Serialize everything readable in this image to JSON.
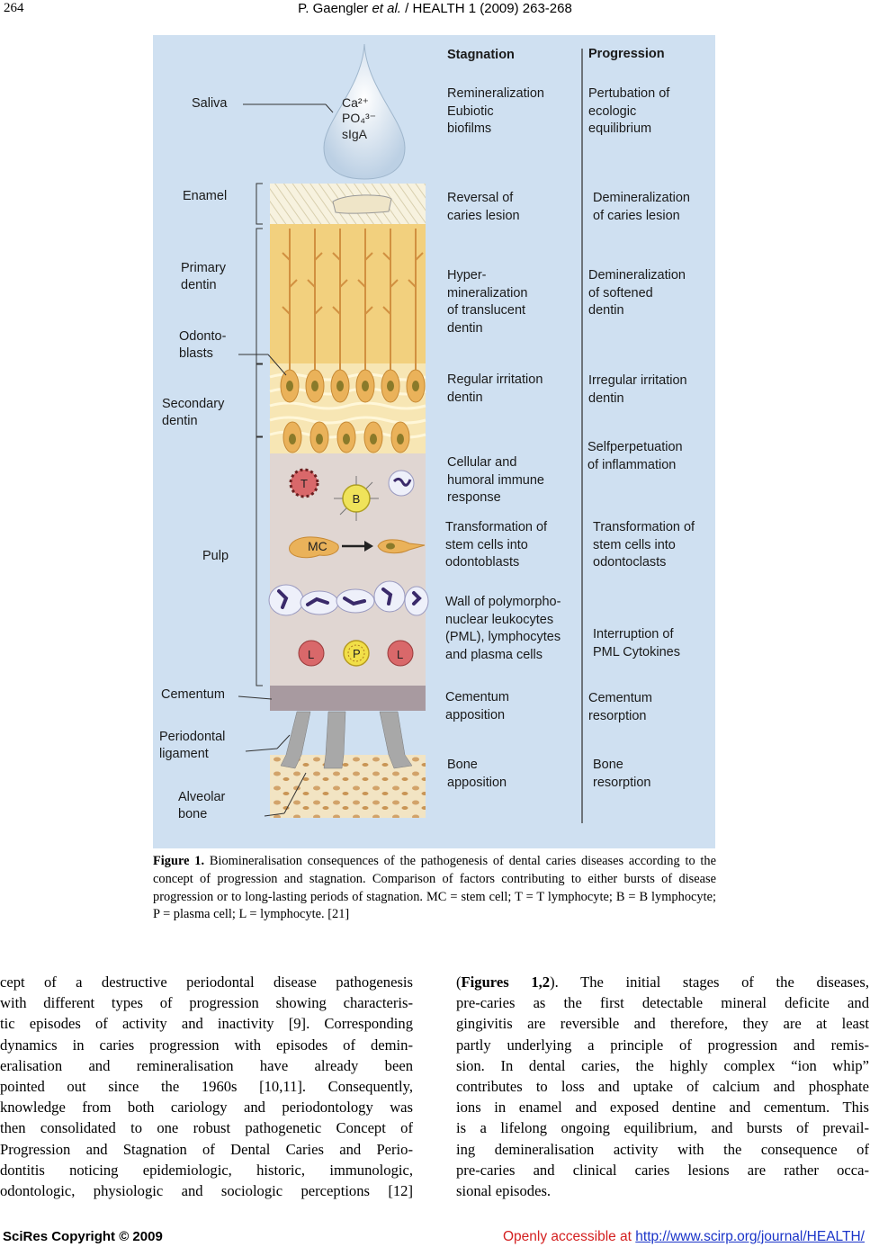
{
  "header": {
    "page_number": "264",
    "title_prefix": "P. Gaengler ",
    "title_italic": "et al.",
    "title_suffix": " / HEALTH 1 (2009) 263-268"
  },
  "figure": {
    "saliva_contents": [
      "Ca²⁺",
      "PO₄³⁻",
      "sIgA"
    ],
    "left_labels": {
      "saliva": "Saliva",
      "enamel": "Enamel",
      "primary_dentin": [
        "Primary",
        "dentin"
      ],
      "odontoblasts": [
        "Odonto-",
        "blasts"
      ],
      "secondary_dentin": [
        "Secondary",
        "dentin"
      ],
      "pulp": "Pulp",
      "cementum": "Cementum",
      "periodontal_ligament": [
        "Periodontal",
        "ligament"
      ],
      "alveolar_bone": [
        "Alveolar",
        "bone"
      ]
    },
    "cell_labels": {
      "t": "T",
      "b": "B",
      "mc": "MC",
      "l1": "L",
      "p": "P",
      "l2": "L"
    },
    "stagnation_header": "Stagnation",
    "progression_header": "Progression",
    "stagnation": [
      [
        "Remineralization",
        "Eubiotic",
        "biofilms"
      ],
      [
        "Reversal of",
        "caries lesion"
      ],
      [
        "Hyper-",
        "mineralization",
        "of translucent",
        "dentin"
      ],
      [
        "Regular irritation",
        "dentin"
      ],
      [
        "Cellular and",
        "humoral immune",
        "response"
      ],
      [
        "Transformation of",
        "stem cells into",
        "odontoblasts"
      ],
      [
        "Wall of polymorpho-",
        "nuclear leukocytes",
        "(PML), lymphocytes",
        "and plasma cells"
      ],
      [
        "Cementum",
        "apposition"
      ],
      [
        "Bone",
        "apposition"
      ]
    ],
    "progression": [
      [
        "Pertubation of",
        "ecologic",
        "equilibrium"
      ],
      [
        "Demineralization",
        "of caries lesion"
      ],
      [
        "Demineralization",
        "of softened",
        "dentin"
      ],
      [
        "Irregular irritation",
        "dentin"
      ],
      [
        "Selfperpetuation",
        "of inflammation"
      ],
      [
        "Transformation of",
        "stem cells into",
        "odontoclasts"
      ],
      [
        "Interruption of",
        "PML Cytokines"
      ],
      [
        "Cementum",
        "resorption"
      ],
      [
        "Bone",
        "resorption"
      ]
    ]
  },
  "caption": {
    "label": "Figure 1.",
    "text": " Biomineralisation consequences of the pathogenesis of dental caries diseases according to the concept of progression and stagnation. Comparison of factors contributing to either bursts of disease progression or to long-lasting periods of stagnation. MC = stem cell; T = T lymphocyte; B = B lymphocyte; P = plasma cell; L = lymphocyte. [21]"
  },
  "body": {
    "col1_lines": [
      "cept of a destructive periodontal disease pathogenesis",
      "with different types of progression showing characteris-",
      "tic episodes of activity and inactivity [9]. Corresponding",
      "dynamics in caries progression with episodes of demin-",
      "eralisation and remineralisation have already been",
      "pointed out since the 1960s [10,11]. Consequently,",
      "knowledge from both cariology and periodontology was",
      "then consolidated to one robust pathogenetic Concept of",
      "Progression and Stagnation of Dental Caries and Perio-",
      "dontitis noticing epidemiologic, historic, immunologic,",
      "odontologic, physiologic and sociologic perceptions [12]"
    ],
    "col2_first_bold": "Figures 1,2",
    "col2_first_rest": "). The initial stages of the diseases,",
    "col2_lines": [
      "pre-caries as the first detectable mineral deficite and",
      "gingivitis are reversible and therefore, they are at least",
      "partly underlying a principle of progression and remis-",
      "sion. In dental caries, the highly complex “ion whip”",
      "contributes to loss and uptake of calcium and phosphate",
      "ions in enamel and exposed dentine and cementum. This",
      "is a lifelong ongoing equilibrium, and bursts of prevail-",
      "ing demineralisation activity with the consequence of",
      "pre-caries and clinical caries lesions are rather occa-",
      "sional episodes."
    ]
  },
  "footer": {
    "left": "SciRes Copyright © 2009",
    "right_prefix": "Openly accessible at ",
    "right_link": "http://www.scirp.org/journal/HEALTH/"
  }
}
